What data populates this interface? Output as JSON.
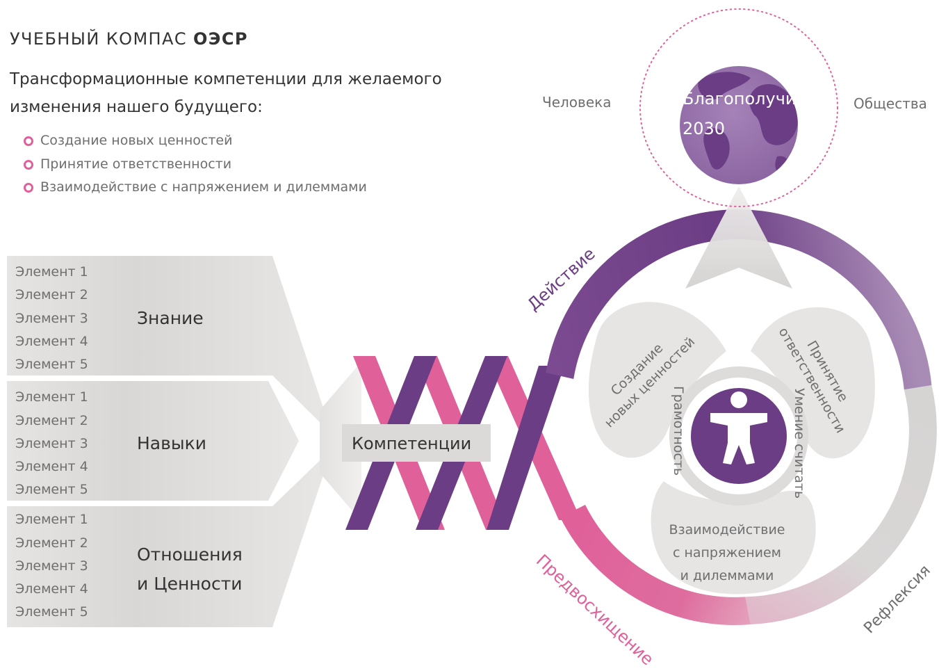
{
  "header": {
    "title_prefix": "УЧЕБНЫЙ КОМПАС ",
    "title_bold": "ОЭСР",
    "subtitle_line1": "Трансформационные компетенции для желаемого",
    "subtitle_line2": "изменения нашего будущего:",
    "goals": [
      "Создание новых ценностей",
      "Принятие ответственности",
      "Взаимодействие с напряжением и дилеммами"
    ]
  },
  "bands": [
    {
      "label_lines": [
        "Знание"
      ],
      "elements": [
        "Элемент 1",
        "Элемент 2",
        "Элемент 3",
        "Элемент 4",
        "Элемент 5"
      ]
    },
    {
      "label_lines": [
        "Навыки"
      ],
      "elements": [
        "Элемент 1",
        "Элемент 2",
        "Элемент 3",
        "Элемент 4",
        "Элемент 5"
      ]
    },
    {
      "label_lines": [
        "Отношения",
        "и Ценности"
      ],
      "elements": [
        "Элемент 1",
        "Элемент 2",
        "Элемент 3",
        "Элемент 4",
        "Элемент 5"
      ]
    }
  ],
  "competencies_label": "Компетенции",
  "wellbeing": {
    "line1": "Благополучие",
    "line2": "2030",
    "left": "Человека",
    "right": "Общества"
  },
  "cycle": {
    "action": "Действие",
    "anticipation": "Предвосхищение",
    "reflection": "Рефлексия"
  },
  "petals": {
    "left_lines": [
      "Создание",
      "новых ценностей"
    ],
    "right_lines": [
      "Принятие",
      "ответственности"
    ],
    "bottom_lines": [
      "Взаимодействие",
      "с напряжением",
      "и дилеммами"
    ]
  },
  "core": {
    "literacy": "Грамотность",
    "numeracy": "Умение считать"
  },
  "colors": {
    "purple": "#6b3d84",
    "pink": "#e0609a",
    "gray": "#d6d4d2",
    "text_gray": "#6e6e6e"
  }
}
